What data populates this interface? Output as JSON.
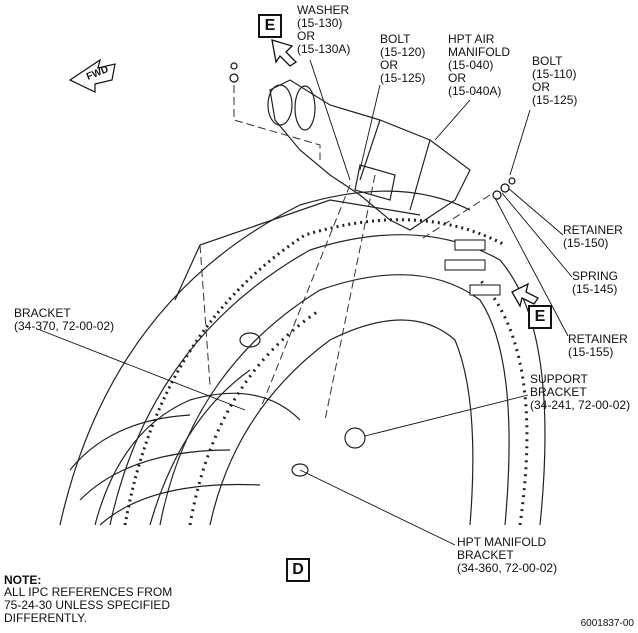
{
  "callouts": {
    "washer": "WASHER\n(15-130)\nOR\n(15-130A)",
    "bolt_left": "BOLT\n(15-120)\nOR\n(15-125)",
    "hpt_air_manifold": "HPT AIR\nMANIFOLD\n(15-040)\nOR\n(15-040A)",
    "bolt_right": "BOLT\n(15-110)\nOR\n(15-125)",
    "retainer_upper": "RETAINER\n(15-150)",
    "spring": "SPRING\n(15-145)",
    "retainer_lower": "RETAINER\n(15-155)",
    "support_bracket": "SUPPORT\nBRACKET\n(34-241, 72-00-02)",
    "bracket": "BRACKET\n(34-370, 72-00-02)",
    "hpt_manifold_bracket": "HPT MANIFOLD\nBRACKET\n(34-360, 72-00-02)"
  },
  "view_labels": {
    "e_top": "E",
    "e_side": "E",
    "d": "D"
  },
  "fwd_label": "FWD",
  "note": {
    "title": "NOTE:",
    "body": "ALL IPC REFERENCES FROM\n75-24-30 UNLESS SPECIFIED\nDIFFERENTLY."
  },
  "figure_id": "6001837-00",
  "icons": [
    "fwd-arrow-icon",
    "view-arrow-icon"
  ]
}
